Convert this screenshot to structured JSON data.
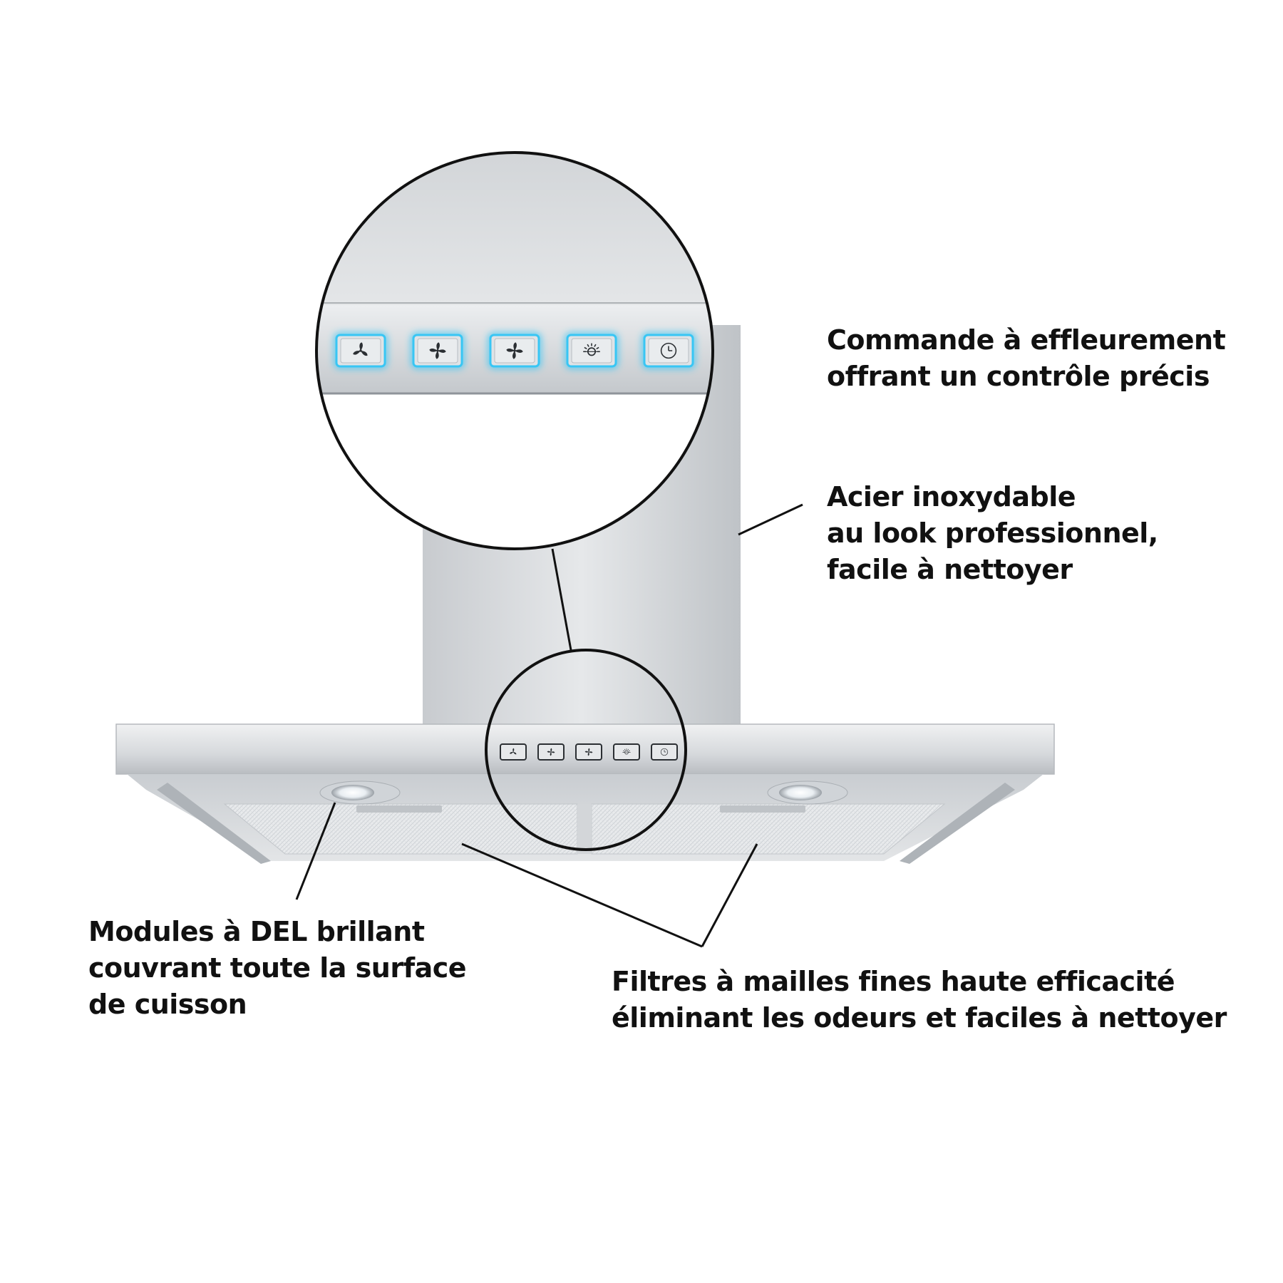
{
  "callouts": {
    "touch_control": {
      "lines": [
        "Commande à effleurement",
        "offrant un contrôle précis"
      ]
    },
    "stainless_steel": {
      "lines": [
        "Acier inoxydable",
        "au look professionnel,",
        "facile à nettoyer"
      ]
    },
    "led_modules": {
      "lines": [
        "Modules à DEL brillant",
        "couvrant toute la surface",
        "de cuisson"
      ]
    },
    "mesh_filters": {
      "lines": [
        "Filtres à mailles fines haute efficacité",
        "éliminant les odeurs et faciles à nettoyer"
      ]
    }
  },
  "control_buttons": [
    {
      "icon": "fan-speed-1-icon"
    },
    {
      "icon": "fan-speed-2-icon"
    },
    {
      "icon": "fan-speed-3-icon"
    },
    {
      "icon": "light-icon"
    },
    {
      "icon": "timer-icon"
    }
  ],
  "colors": {
    "steel_light": "#e4e6e8",
    "steel_mid": "#c9ccd0",
    "steel_dark": "#9ea3a8",
    "button_glow": "#38c6f4",
    "outline": "#111111",
    "text": "#111111"
  }
}
